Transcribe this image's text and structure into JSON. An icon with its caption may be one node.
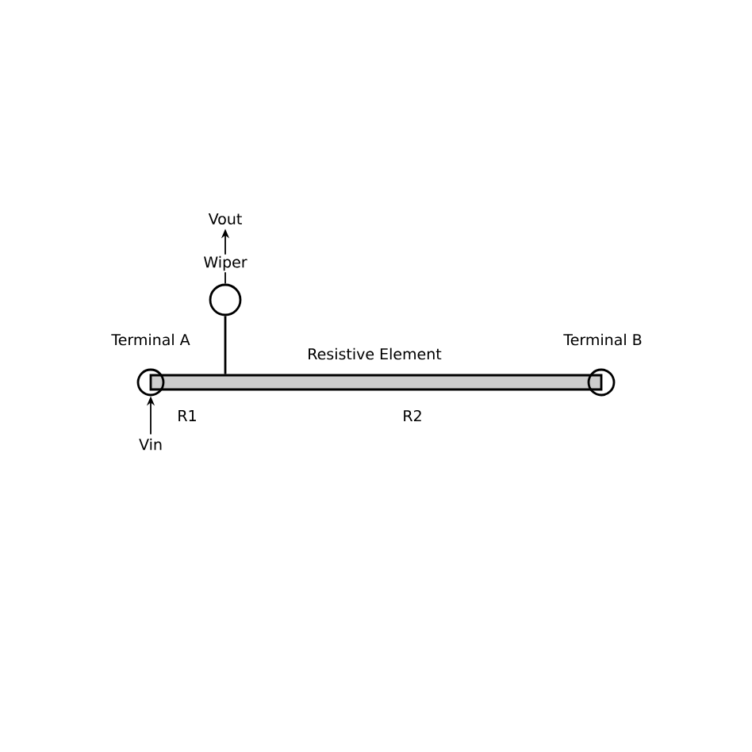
{
  "diagram": {
    "nodes": [
      {
        "text": [],
        "shape": "circle",
        "beside": [
          "Terminal A"
        ]
      },
      {
        "text": [
          "Resistive Element"
        ]
      },
      {
        "text": [],
        "shape": "circle",
        "beside": [
          "Terminal B"
        ]
      },
      {
        "text": [],
        "shape": "circle",
        "beside": [
          "Wiper"
        ]
      },
      {
        "text": [
          "Vout"
        ]
      },
      {
        "text": [
          "Vin"
        ]
      }
    ],
    "edges": [
      {
        "from": 3,
        "to": 1,
        "arrow": "none"
      },
      {
        "from": 3,
        "to": 4,
        "arrow": "to"
      },
      {
        "from": 5,
        "to": 0,
        "arrow": "to"
      }
    ],
    "labels": [
      "R1",
      "R2"
    ]
  }
}
